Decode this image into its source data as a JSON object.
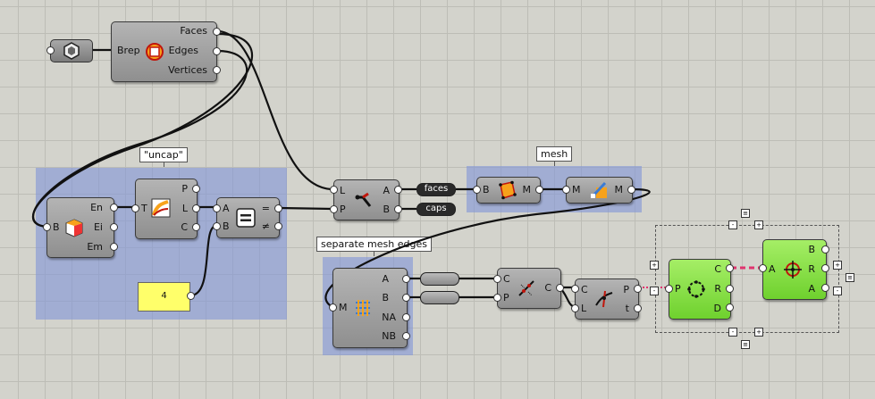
{
  "groups": {
    "uncap_label": "\"uncap\"",
    "mesh_label": "mesh",
    "separate_label": "separate mesh edges"
  },
  "brep": {
    "input": "Brep",
    "faces": "Faces",
    "edges": "Edges",
    "vertices": "Vertices"
  },
  "edges_comp": {
    "input": "B",
    "en": "En",
    "ei": "Ei",
    "em": "Em"
  },
  "dispatch_uncap": {
    "input": "T",
    "p": "P",
    "l": "L",
    "c": "C"
  },
  "equality": {
    "a": "A",
    "b": "B",
    "eq": "=",
    "neq": "≠"
  },
  "panel": {
    "value": "4"
  },
  "dispatch": {
    "l": "L",
    "p": "P",
    "a": "A",
    "b": "B"
  },
  "relays": {
    "faces": "faces",
    "caps": "caps"
  },
  "mesh_brep": {
    "input": "B",
    "output": "M"
  },
  "mesh_join": {
    "input": "M",
    "output": "M"
  },
  "separate": {
    "input": "M",
    "a": "A",
    "b": "B",
    "na": "NA",
    "nb": "NB"
  },
  "join_curves": {
    "c": "C",
    "p": "P",
    "out": "C"
  },
  "curve_closest": {
    "c": "C",
    "l": "L",
    "p": "P",
    "t": "t"
  },
  "circle_fit": {
    "p": "P",
    "c": "C",
    "r": "R",
    "d": "D"
  },
  "deconstruct_arc": {
    "a": "A",
    "b": "B",
    "r": "R",
    "a_out": "A"
  },
  "zoom_buttons": {
    "minus": "-",
    "plus": "+",
    "menu": "≡"
  },
  "colors": {
    "canvas": "#d3d3cc",
    "group": "#8296d7",
    "component": "#a0a0a0",
    "selected": "#86e047",
    "panel": "#ffff6a",
    "wire": "#111111",
    "highlight_wire": "#e0336e"
  },
  "icons": [
    "brep-param-icon",
    "deconstruct-brep-icon",
    "brep-edges-icon",
    "list-item-icon",
    "equality-icon",
    "dispatch-icon",
    "mesh-brep-icon",
    "mesh-join-icon",
    "separate-edges-icon",
    "join-curves-icon",
    "curve-closest-icon",
    "circle-fit-icon",
    "deconstruct-arc-icon"
  ]
}
